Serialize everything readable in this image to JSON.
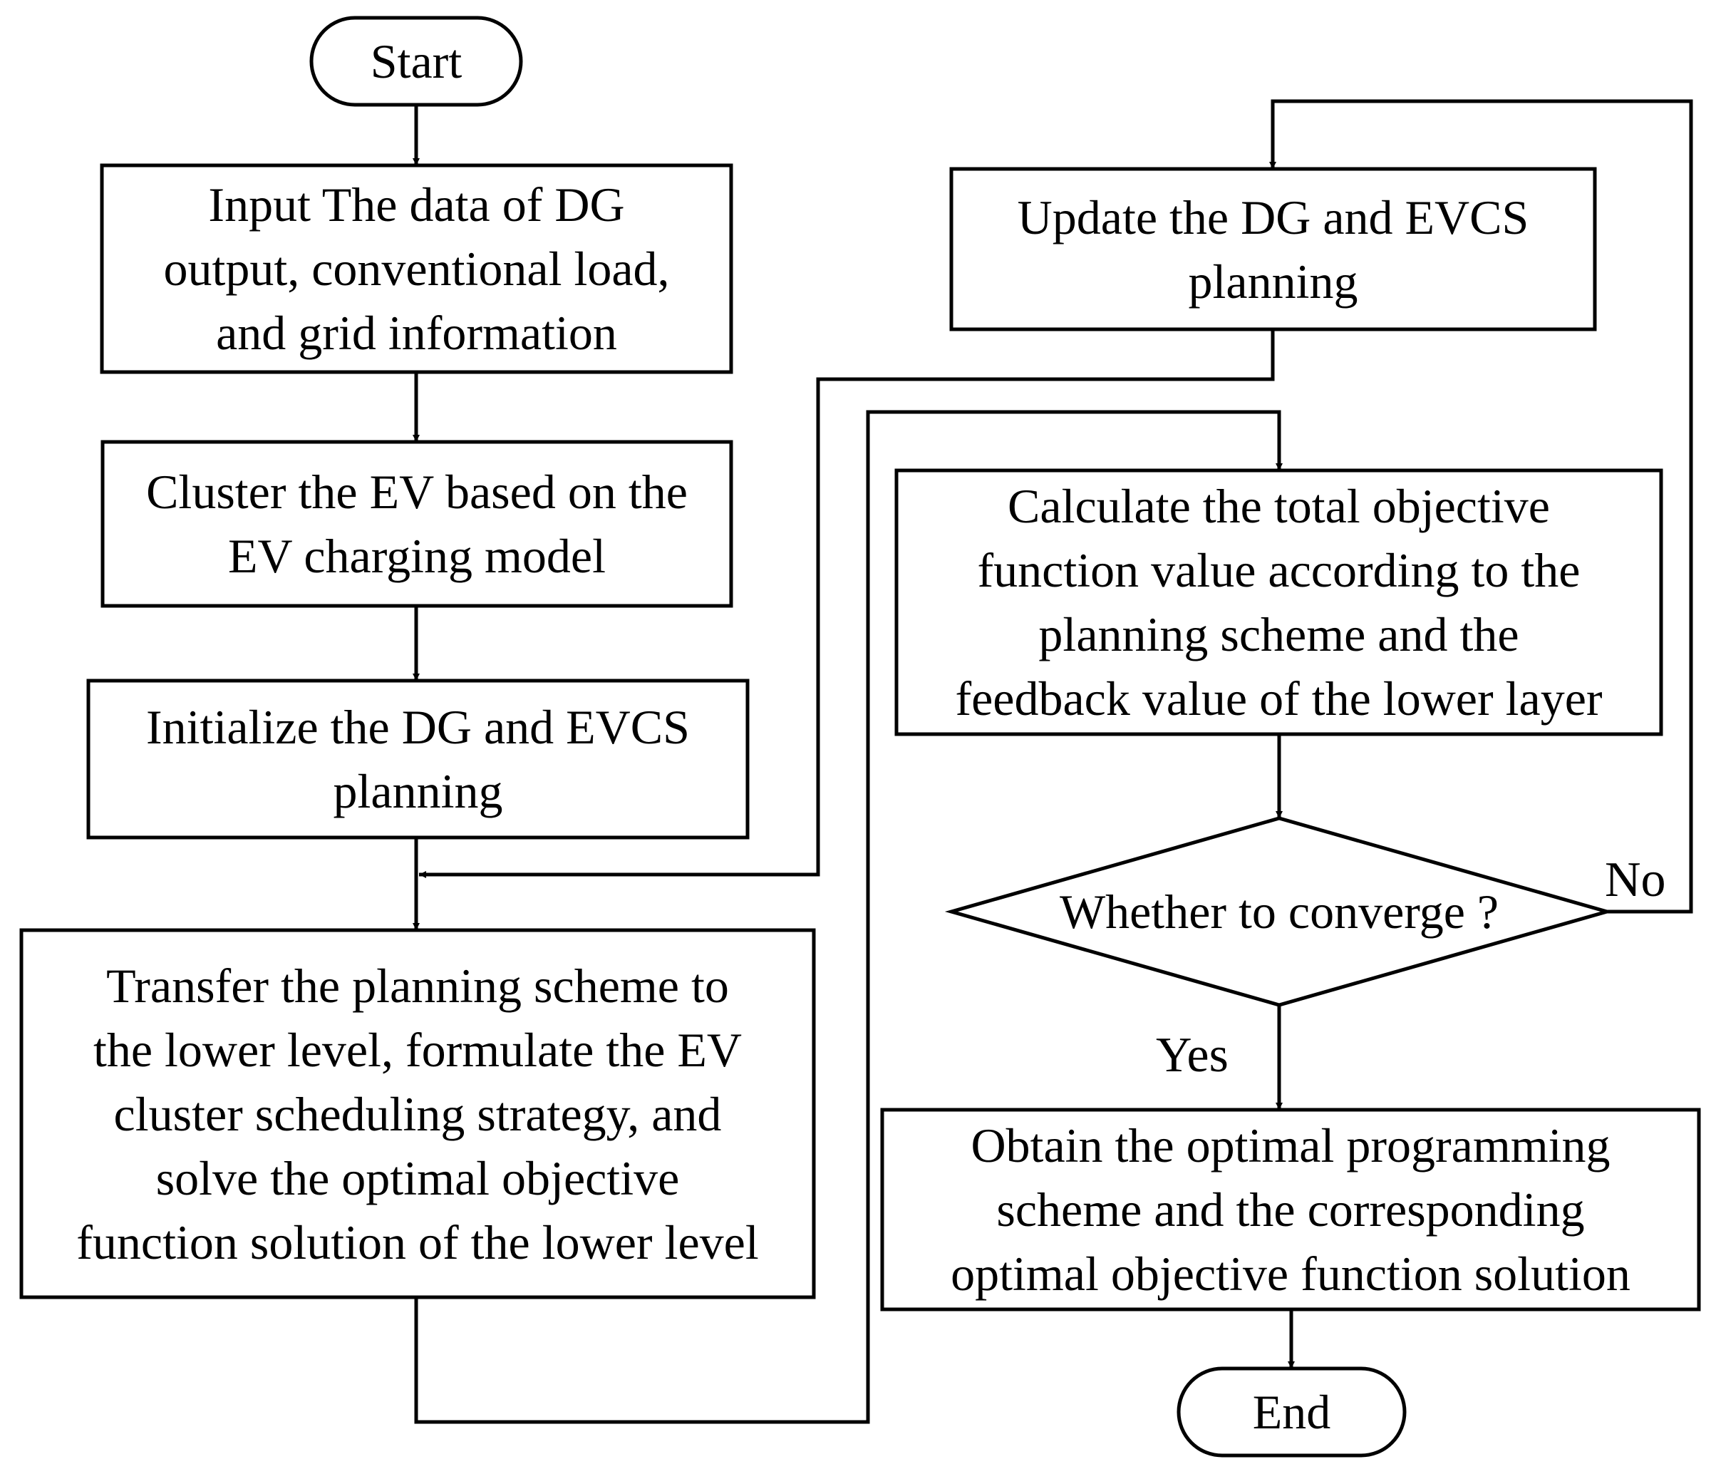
{
  "nodes": {
    "start": {
      "text": [
        "Start"
      ]
    },
    "input": {
      "text": [
        "Input The data of DG",
        "output, conventional load,",
        "and grid information"
      ]
    },
    "cluster": {
      "text": [
        "Cluster the EV based on the",
        "EV charging model"
      ]
    },
    "initialize": {
      "text": [
        "Initialize the DG and EVCS",
        "planning"
      ]
    },
    "transfer": {
      "text": [
        "Transfer the planning scheme to",
        "the lower level, formulate the EV",
        "cluster scheduling strategy, and",
        "solve the optimal objective",
        "function solution of the lower level"
      ]
    },
    "update": {
      "text": [
        "Update the DG and EVCS",
        "planning"
      ]
    },
    "calculate": {
      "text": [
        "Calculate the total objective",
        "function value according to the",
        "planning scheme and the",
        "feedback value of the lower layer"
      ]
    },
    "converge": {
      "text": [
        "Whether to converge ?"
      ]
    },
    "obtain": {
      "text": [
        "Obtain the optimal programming",
        "scheme and the corresponding",
        "optimal objective function solution"
      ]
    },
    "end": {
      "text": [
        "End"
      ]
    }
  },
  "edge_labels": {
    "no": "No",
    "yes": "Yes"
  }
}
